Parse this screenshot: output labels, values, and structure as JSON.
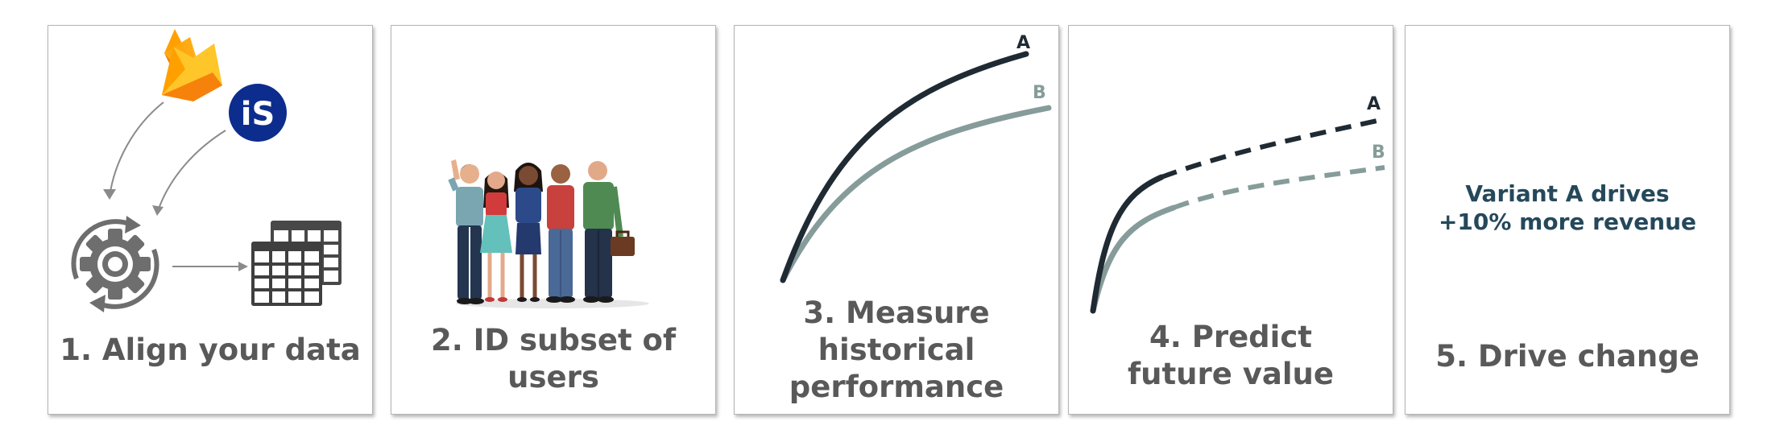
{
  "steps": [
    {
      "title": "1. Align your data"
    },
    {
      "title": "2. ID subset of users"
    },
    {
      "title": "3. Measure historical performance",
      "series_a": "A",
      "series_b": "B"
    },
    {
      "title": "4. Predict future value",
      "series_a": "A",
      "series_b": "B"
    },
    {
      "title": "5. Drive change",
      "note_line1": "Variant A drives",
      "note_line2": "+10% more revenue"
    }
  ],
  "icons": [
    "firebase-icon",
    "ironsource-icon",
    "gear-sync-icon",
    "table-icon",
    "people-group-icon",
    "briefcase-icon"
  ],
  "colors": {
    "title": "#595959",
    "note": "#25485b",
    "series_a": "#1f2a33",
    "series_b": "#869c9a",
    "logo_blue": "#0c2d8d"
  }
}
